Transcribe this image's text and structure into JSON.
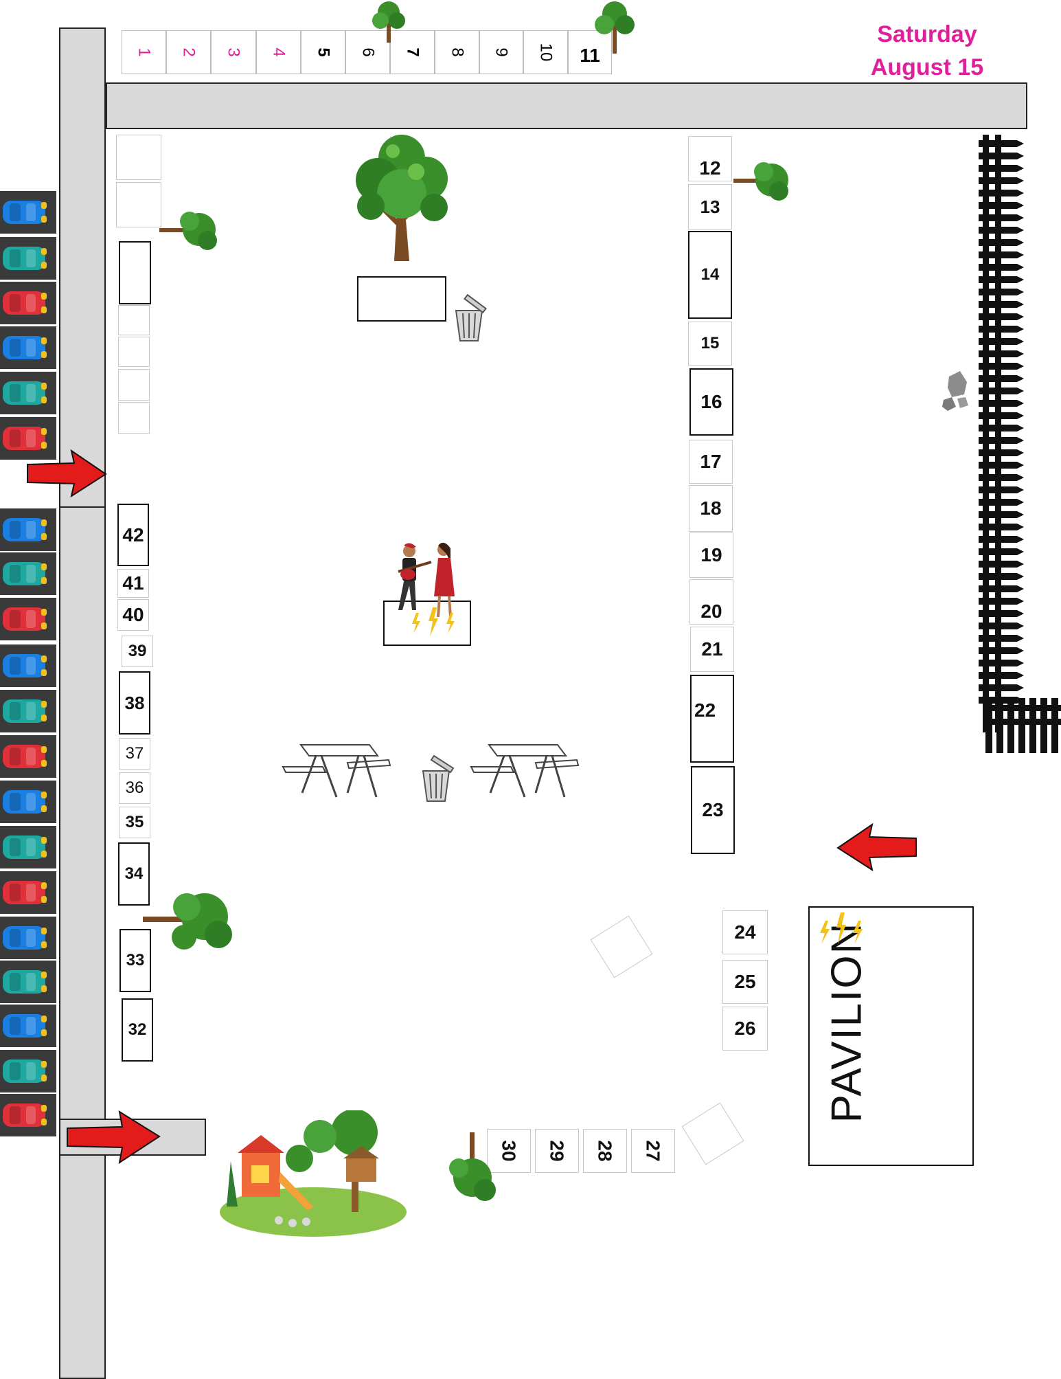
{
  "header": {
    "day": "Saturday",
    "date": "August 15"
  },
  "top_booths": [
    {
      "label": "1",
      "pink": true
    },
    {
      "label": "2",
      "pink": true
    },
    {
      "label": "3",
      "pink": true
    },
    {
      "label": "4",
      "pink": true
    },
    {
      "label": "5",
      "pink": false
    },
    {
      "label": "6",
      "pink": false
    },
    {
      "label": "7",
      "pink": false
    },
    {
      "label": "8",
      "pink": false
    },
    {
      "label": "9",
      "pink": false
    },
    {
      "label": "10",
      "pink": false
    },
    {
      "label": "11",
      "pink": false
    }
  ],
  "booths": {
    "b12": "12",
    "b13": "13",
    "b14": "14",
    "b15": "15",
    "b16": "16",
    "b17": "17",
    "b18": "18",
    "b19": "19",
    "b20": "20",
    "b21": "21",
    "b22": "22",
    "b23": "23",
    "b24": "24",
    "b25": "25",
    "b26": "26",
    "b27": "27",
    "b28": "28",
    "b29": "29",
    "b30": "30",
    "b32": "32",
    "b33": "33",
    "b34": "34",
    "b35": "35",
    "b36": "36",
    "b37": "37",
    "b38": "38",
    "b39": "39",
    "b40": "40",
    "b41": "41",
    "b42": "42"
  },
  "pavilion": {
    "label": "PAVILION"
  },
  "parking": [
    "blue",
    "teal",
    "red",
    "blue",
    "teal",
    "red",
    "blue",
    "teal",
    "red",
    "blue",
    "teal",
    "red",
    "blue",
    "teal",
    "red",
    "blue",
    "teal",
    "blue",
    "teal",
    "red"
  ],
  "colors": {
    "title": "#e0209a",
    "arrow": "#e31b1b",
    "road": "#d9d9d9",
    "car_blue": "#1a7fe0",
    "car_teal": "#1fa8a0",
    "car_red": "#e0303a"
  },
  "icons": [
    "tree-icon",
    "trash-can-icon",
    "picnic-table-icon",
    "band-musicians-icon",
    "lightning-icon",
    "playground-icon",
    "rock-icon",
    "railroad-track-icon",
    "arrow-icon",
    "car-icon"
  ]
}
